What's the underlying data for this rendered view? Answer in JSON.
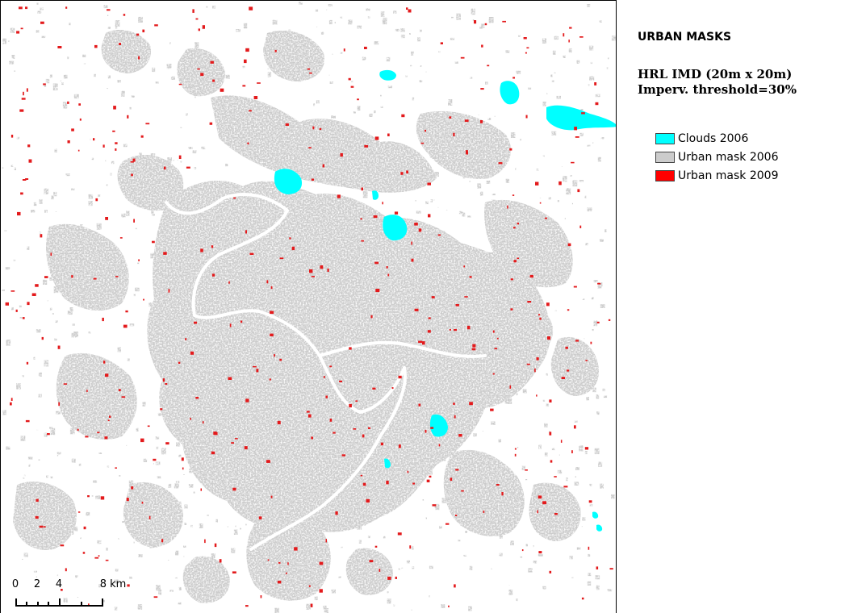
{
  "legend": {
    "title": "URBAN MASKS",
    "subtitle_line1": "HRL IMD (20m x 20m)",
    "subtitle_line2": "Imperv. threshold=30%",
    "items": [
      {
        "label": "Clouds 2006",
        "color": "#00FFFF"
      },
      {
        "label": "Urban mask 2006",
        "color": "#CCCCCC"
      },
      {
        "label": "Urban mask 2009",
        "color": "#FF0000"
      }
    ]
  },
  "scalebar": {
    "labels": [
      "0",
      "2",
      "4",
      "8 km"
    ]
  },
  "colors": {
    "map_background": "#FFFFFF",
    "urban_2006": "#CCCCCC",
    "urban_2009": "#E31A1C",
    "clouds_2006": "#00FFFF",
    "frame": "#000000"
  }
}
